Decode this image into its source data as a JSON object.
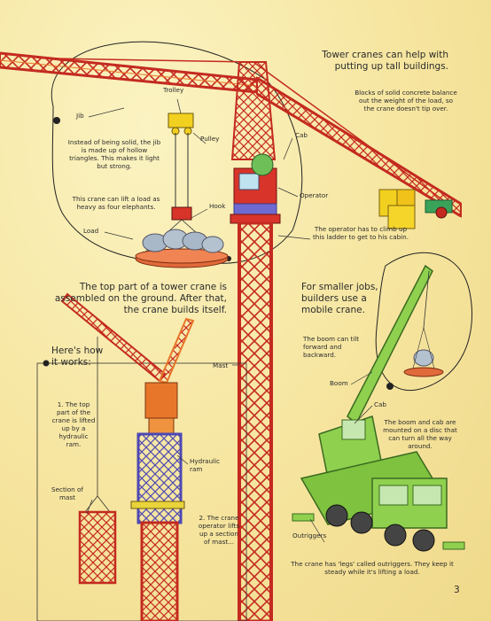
{
  "intro": {
    "line1": "Tower cranes can help with",
    "line2": "putting up tall buildings."
  },
  "labels": {
    "trolley": "Trolley",
    "jib": "Jib",
    "pulley": "Pulley",
    "cab": "Cab",
    "hook": "Hook",
    "load": "Load",
    "operator": "Operator",
    "mast": "Mast",
    "boom": "Boom",
    "cab2": "Cab",
    "hydraulic_ram": "Hydraulic ram",
    "section_of_mast": "Section of mast",
    "outriggers": "Outriggers"
  },
  "notes": {
    "counterweight": "Blocks of solid concrete balance out the weight of the load, so the crane doesn't tip over.",
    "jib_structure": "Instead of being solid, the jib is made up of hollow triangles. This makes it light but strong.",
    "lift": "This crane can lift a load as heavy as four elephants.",
    "ladder": "The operator has to climb up this ladder to get to his cabin.",
    "boom_tilt": "The boom can tilt forward and backward.",
    "disc": "The boom and cab are mounted on a disc that can turn all the way around.",
    "outriggers": "The crane has 'legs' called outriggers. They keep it steady while it's lifting a load."
  },
  "assembly": {
    "heading": "The top part of a tower crane is assembled on the ground. After that, the crane builds itself.",
    "howto": "Here's how it works:",
    "step1": "1. The top part of the crane is lifted up by a hydraulic ram.",
    "step2": "2. The crane operator lifts up a section of mast..."
  },
  "smaller_jobs": "For smaller jobs, builders use a mobile crane.",
  "page_number": "3",
  "colors": {
    "crane_red": "#d8342a",
    "crane_orange": "#e8762a",
    "mobile_green": "#8fd14f",
    "mast_blue": "#6e6ad2",
    "load_platform": "#e06a3a"
  }
}
